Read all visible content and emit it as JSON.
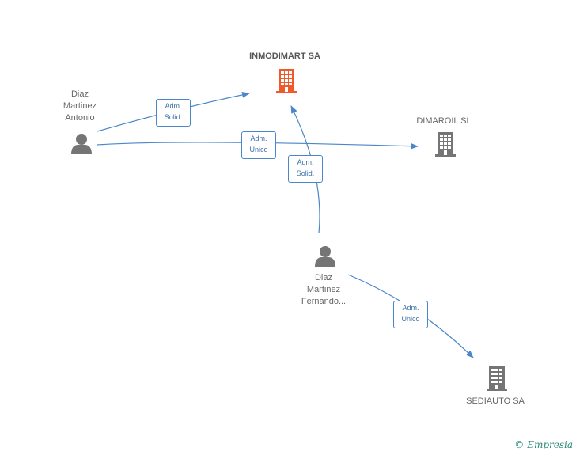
{
  "colors": {
    "edge": "#4a86c8",
    "company": "#757575",
    "company_main": "#f0592a",
    "person": "#757575"
  },
  "nodes": {
    "inmodimart": {
      "label": "INMODIMART SA",
      "icon": "building-icon"
    },
    "dimaroil": {
      "label": "DIMAROIL SL",
      "icon": "building-icon"
    },
    "sediauto": {
      "label": "SEDIAUTO SA",
      "icon": "building-icon"
    },
    "antonio": {
      "line1": "Diaz",
      "line2": "Martinez",
      "line3": "Antonio",
      "icon": "person-icon"
    },
    "fernando": {
      "line1": "Diaz",
      "line2": "Martinez",
      "line3": "Fernando...",
      "icon": "person-icon"
    }
  },
  "edges": [
    {
      "from": "antonio",
      "to": "inmodimart",
      "line1": "Adm.",
      "line2": "Solid."
    },
    {
      "from": "antonio",
      "to": "dimaroil",
      "line1": "Adm.",
      "line2": "Unico"
    },
    {
      "from": "fernando",
      "to": "inmodimart",
      "line1": "Adm.",
      "line2": "Solid."
    },
    {
      "from": "fernando",
      "to": "sediauto",
      "line1": "Adm.",
      "line2": "Unico"
    }
  ],
  "watermark": {
    "symbol": "©",
    "brand": "Empresia"
  }
}
